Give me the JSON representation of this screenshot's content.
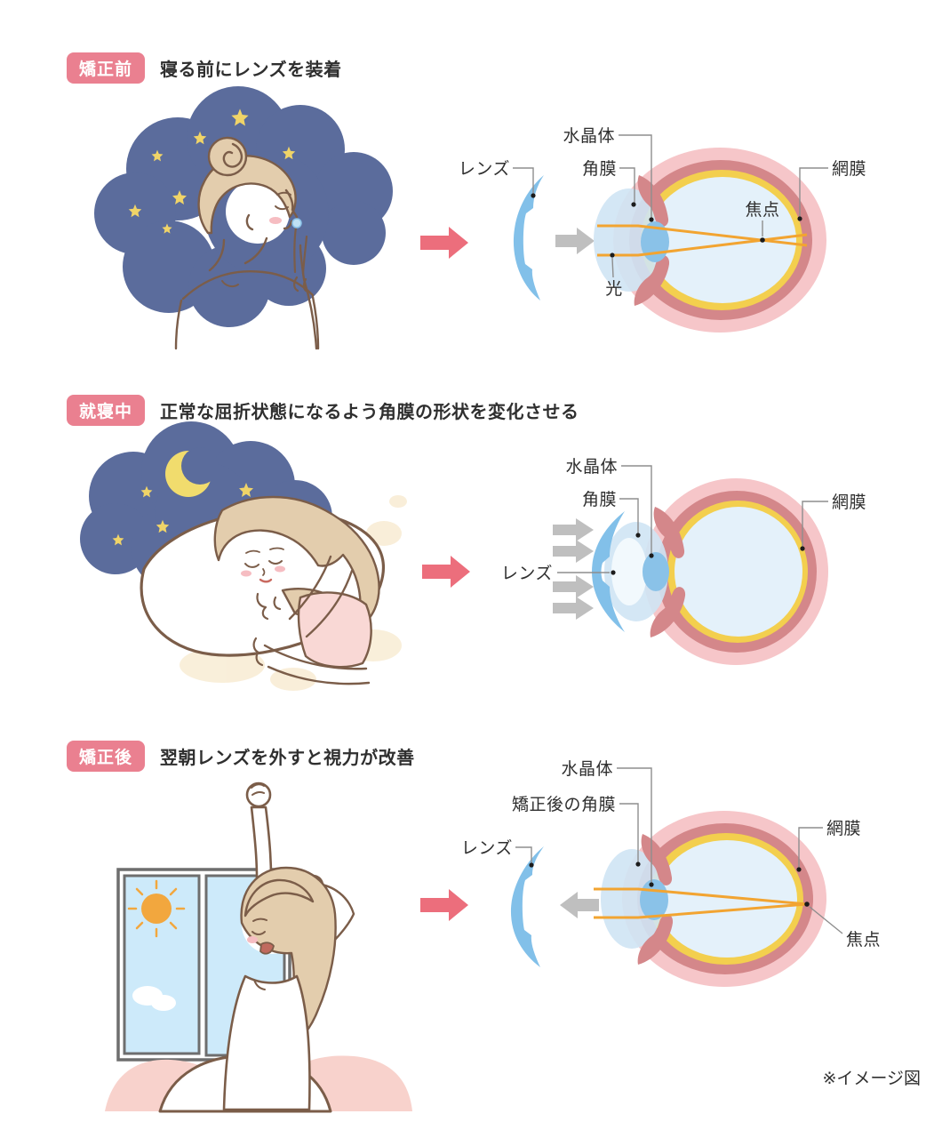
{
  "footer_note": "※イメージ図",
  "colors": {
    "badge_pink": "#ea8090",
    "arrow_pink": "#ec6e7c",
    "arrow_gray": "#bfbfbf",
    "lens_blue": "#82c0e9",
    "eye_outer_pink": "#f6c6c9",
    "eye_ring_rose": "#d4878a",
    "eye_retina_yellow": "#f3cf4e",
    "eye_inner_blue": "#e4f1fa",
    "cornea_blue": "#cfe4f4",
    "crystalline_blue": "#8ac2e8",
    "ray_orange": "#f2a431",
    "cloud_navy": "#5b6c9c",
    "star_yellow": "#f0d468",
    "moon_yellow": "#f1dc6d",
    "sun_orange": "#f2a73e",
    "sky_blue": "#cdeafa",
    "line_brown": "#7b5d49",
    "hair_beige": "#e3cdad",
    "blush_pink": "#f6bdc2",
    "blanket_pink": "#f8d2cc",
    "label_dark": "#2f2f2f"
  },
  "sections": [
    {
      "badge": "矯正前",
      "title": "寝る前にレンズを装着",
      "labels": {
        "crystalline": "水晶体",
        "cornea": "角膜",
        "lens": "レンズ",
        "retina": "網膜",
        "focus": "焦点",
        "light": "光"
      }
    },
    {
      "badge": "就寝中",
      "title": "正常な屈折状態になるよう角膜の形状を変化させる",
      "labels": {
        "crystalline": "水晶体",
        "cornea": "角膜",
        "lens": "レンズ",
        "retina": "網膜"
      }
    },
    {
      "badge": "矯正後",
      "title": "翌朝レンズを外すと視力が改善",
      "labels": {
        "crystalline": "水晶体",
        "cornea": "矯正後の角膜",
        "lens": "レンズ",
        "retina": "網膜",
        "focus": "焦点"
      }
    }
  ]
}
